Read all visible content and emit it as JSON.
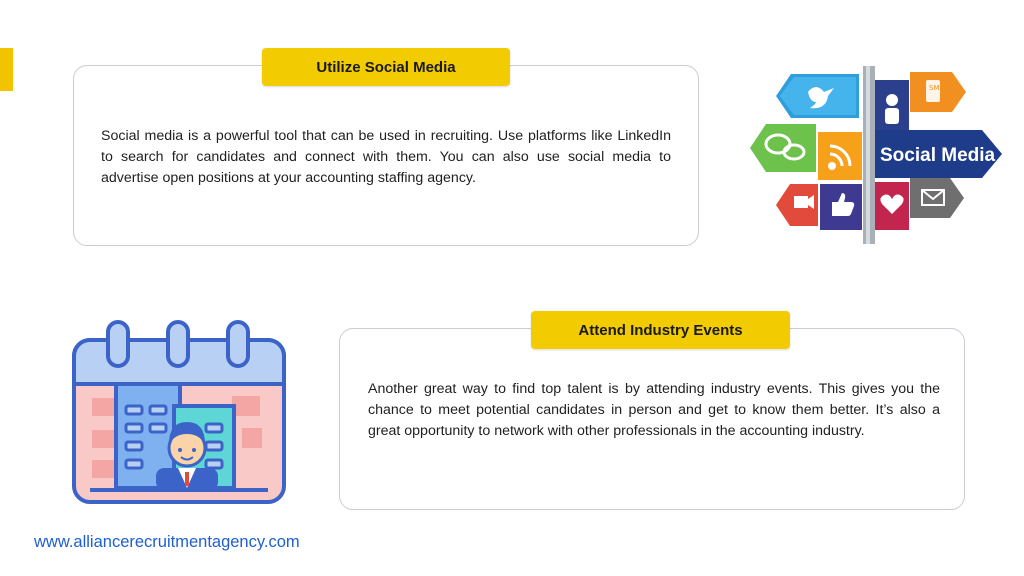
{
  "sections": [
    {
      "title": "Utilize Social Media",
      "body": "Social media is a powerful tool that can be used in recruiting. Use platforms like LinkedIn to search for candidates and connect with them. You can also use social media to advertise open positions at your accounting staffing agency."
    },
    {
      "title": "Attend Industry Events",
      "body": "Another great way to find top talent is by attending industry events. This gives you the chance to meet potential candidates in person and get to know them better. It’s also a great opportunity to network with other professionals in the accounting industry."
    }
  ],
  "social_sign": {
    "text": "Social Media",
    "sms": "SMS"
  },
  "footer": {
    "link": "www.alliancerecruitmentagency.com"
  },
  "colors": {
    "accent": "#f2c400",
    "link": "#1f5fd1",
    "card_border": "#c7ccd6"
  }
}
